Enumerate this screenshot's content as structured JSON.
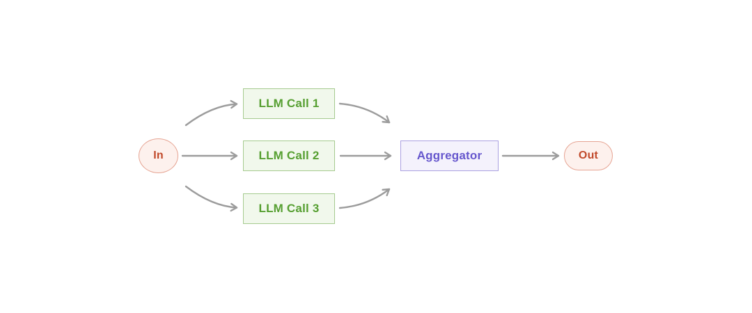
{
  "diagram": {
    "name": "parallelization-workflow",
    "nodes": {
      "in": {
        "label": "In",
        "shape": "ellipse"
      },
      "llm_call_1": {
        "label": "LLM Call 1",
        "shape": "rectangle"
      },
      "llm_call_2": {
        "label": "LLM Call 2",
        "shape": "rectangle"
      },
      "llm_call_3": {
        "label": "LLM Call 3",
        "shape": "rectangle"
      },
      "aggregator": {
        "label": "Aggregator",
        "shape": "rectangle"
      },
      "out": {
        "label": "Out",
        "shape": "pill"
      }
    },
    "edges": [
      {
        "from": "in",
        "to": "llm_call_1",
        "style": "curved"
      },
      {
        "from": "in",
        "to": "llm_call_2",
        "style": "straight"
      },
      {
        "from": "in",
        "to": "llm_call_3",
        "style": "curved"
      },
      {
        "from": "llm_call_1",
        "to": "aggregator",
        "style": "curved"
      },
      {
        "from": "llm_call_2",
        "to": "aggregator",
        "style": "straight"
      },
      {
        "from": "llm_call_3",
        "to": "aggregator",
        "style": "curved"
      },
      {
        "from": "aggregator",
        "to": "out",
        "style": "straight"
      }
    ],
    "colors": {
      "background": "#ffffff",
      "terminal_fill": "#fdf1ed",
      "terminal_border": "#e6a493",
      "terminal_text": "#c14a2b",
      "llm_fill": "#f1f8ec",
      "llm_border": "#a5ca8e",
      "llm_text": "#569f31",
      "aggregator_fill": "#f4f2fc",
      "aggregator_border": "#aba1e1",
      "aggregator_text": "#6657cd",
      "arrow": "#9c9c9c"
    }
  }
}
